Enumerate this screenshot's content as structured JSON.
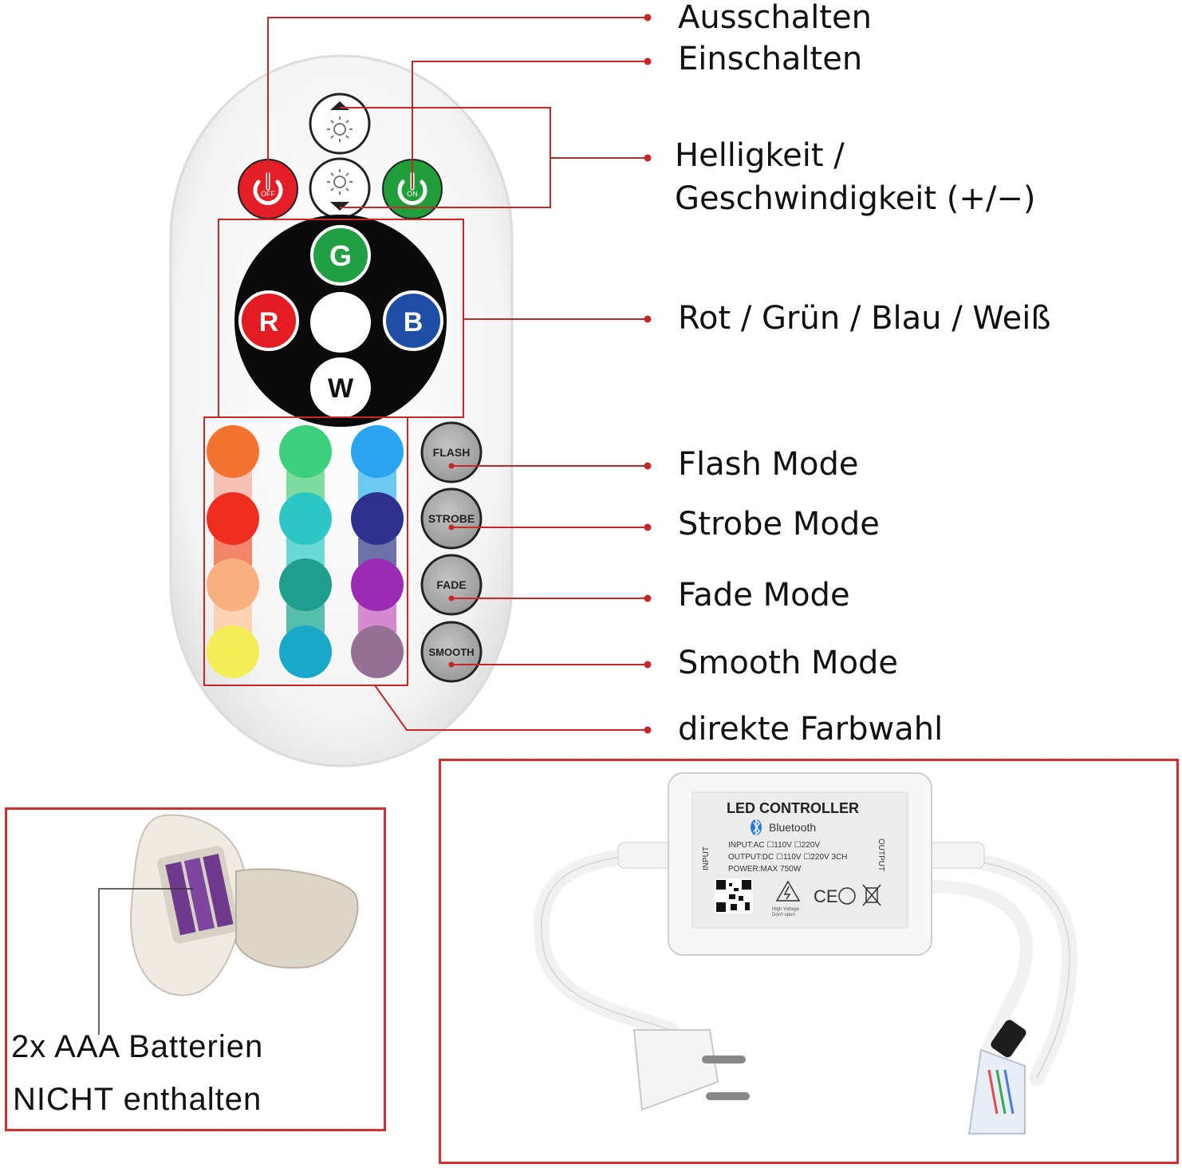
{
  "callouts": {
    "off": "Ausschalten",
    "on": "Einschalten",
    "brightness_line1": "Helligkeit /",
    "brightness_line2": "Geschwindigkeit (+/−)",
    "rgbw": "Rot / Grün / Blau / Weiß",
    "flash": "Flash Mode",
    "strobe": "Strobe Mode",
    "fade": "Fade Mode",
    "smooth": "Smooth Mode",
    "direct": "direkte Farbwahl"
  },
  "remote": {
    "off_label": "OFF",
    "on_label": "ON",
    "g_label": "G",
    "r_label": "R",
    "b_label": "B",
    "w_label": "W",
    "flash_label": "FLASH",
    "strobe_label": "STROBE",
    "fade_label": "FADE",
    "smooth_label": "SMOOTH",
    "color_grid": [
      [
        "#f47230",
        "#3ccf7e",
        "#2aa4ee"
      ],
      [
        "#ee2d1f",
        "#2cc7c4",
        "#30308e"
      ],
      [
        "#f9b080",
        "#1e9e8c",
        "#9b2bb4"
      ],
      [
        "#f3ee55",
        "#1aa8c8",
        "#937094"
      ]
    ],
    "connector_colors": [
      [
        "#f6c1b3",
        "#7ddca0",
        "#6cc9f2"
      ],
      [
        "#f2866a",
        "#69d9d6",
        "#6d73a8"
      ],
      [
        "#fbd2b3",
        "#56c0ad",
        "#d58ad0"
      ]
    ]
  },
  "battery_note": {
    "line1": "2x AAA Batterien",
    "line2": "NICHT enthalten"
  },
  "controller": {
    "title": "LED CONTROLLER",
    "bluetooth": "Bluetooth",
    "input_spec": "INPUT:AC ☐110V   ☐220V",
    "output_spec": "OUTPUT:DC ☐110V ☐220V 3CH",
    "power_spec": "POWER:MAX 750W",
    "side_input": "INPUT",
    "side_output": "OUTPUT",
    "warning_line1": "High Voltage",
    "warning_line2": "Don't open"
  },
  "colors": {
    "callout_line": "#c62828",
    "frame": "#d32f2f"
  }
}
